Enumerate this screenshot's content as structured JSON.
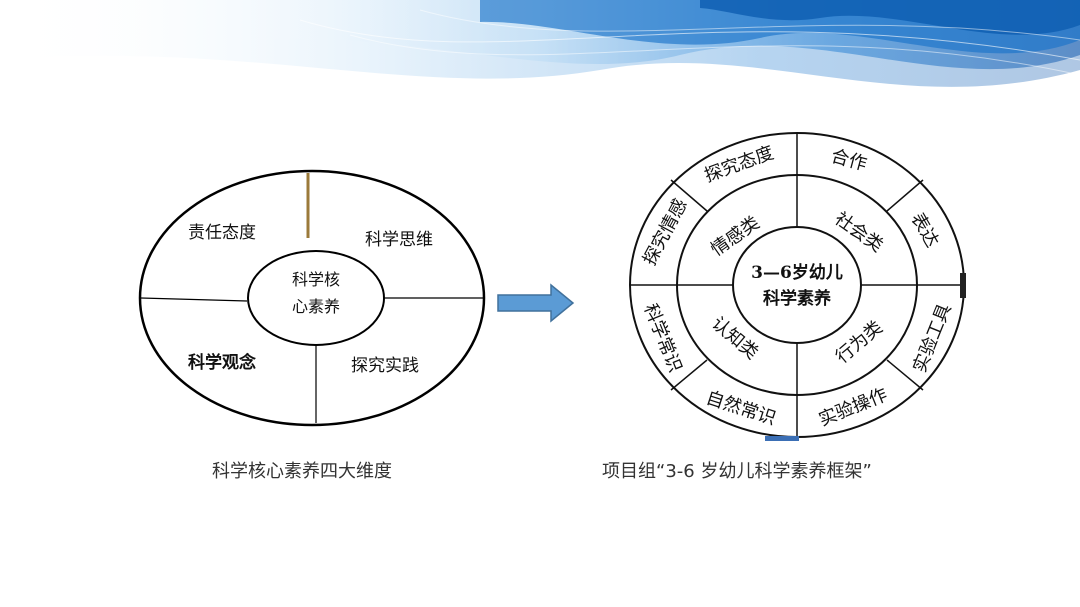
{
  "left_diagram": {
    "center": [
      "科学核",
      "心素养"
    ],
    "quadrants": {
      "top_left": "责任态度",
      "top_right": "科学思维",
      "bottom_left": "科学观念",
      "bottom_right": "探究实践"
    },
    "caption": "科学核心素养四大维度"
  },
  "right_diagram": {
    "center": [
      "3—6岁幼儿",
      "科学素养"
    ],
    "inner_segments": [
      "情感类",
      "社会类",
      "认知类",
      "行为类"
    ],
    "outer_segments": [
      "探究态度",
      "合作",
      "表达",
      "实验工具",
      "实验操作",
      "自然常识",
      "科学常识",
      "探究情感"
    ],
    "caption": "项目组“3-6 岁幼儿科学素养框架”"
  },
  "colors": {
    "wave_blue": "#1a73c9",
    "arrow_fill": "#5b9bd5",
    "arrow_stroke": "#41719c"
  }
}
